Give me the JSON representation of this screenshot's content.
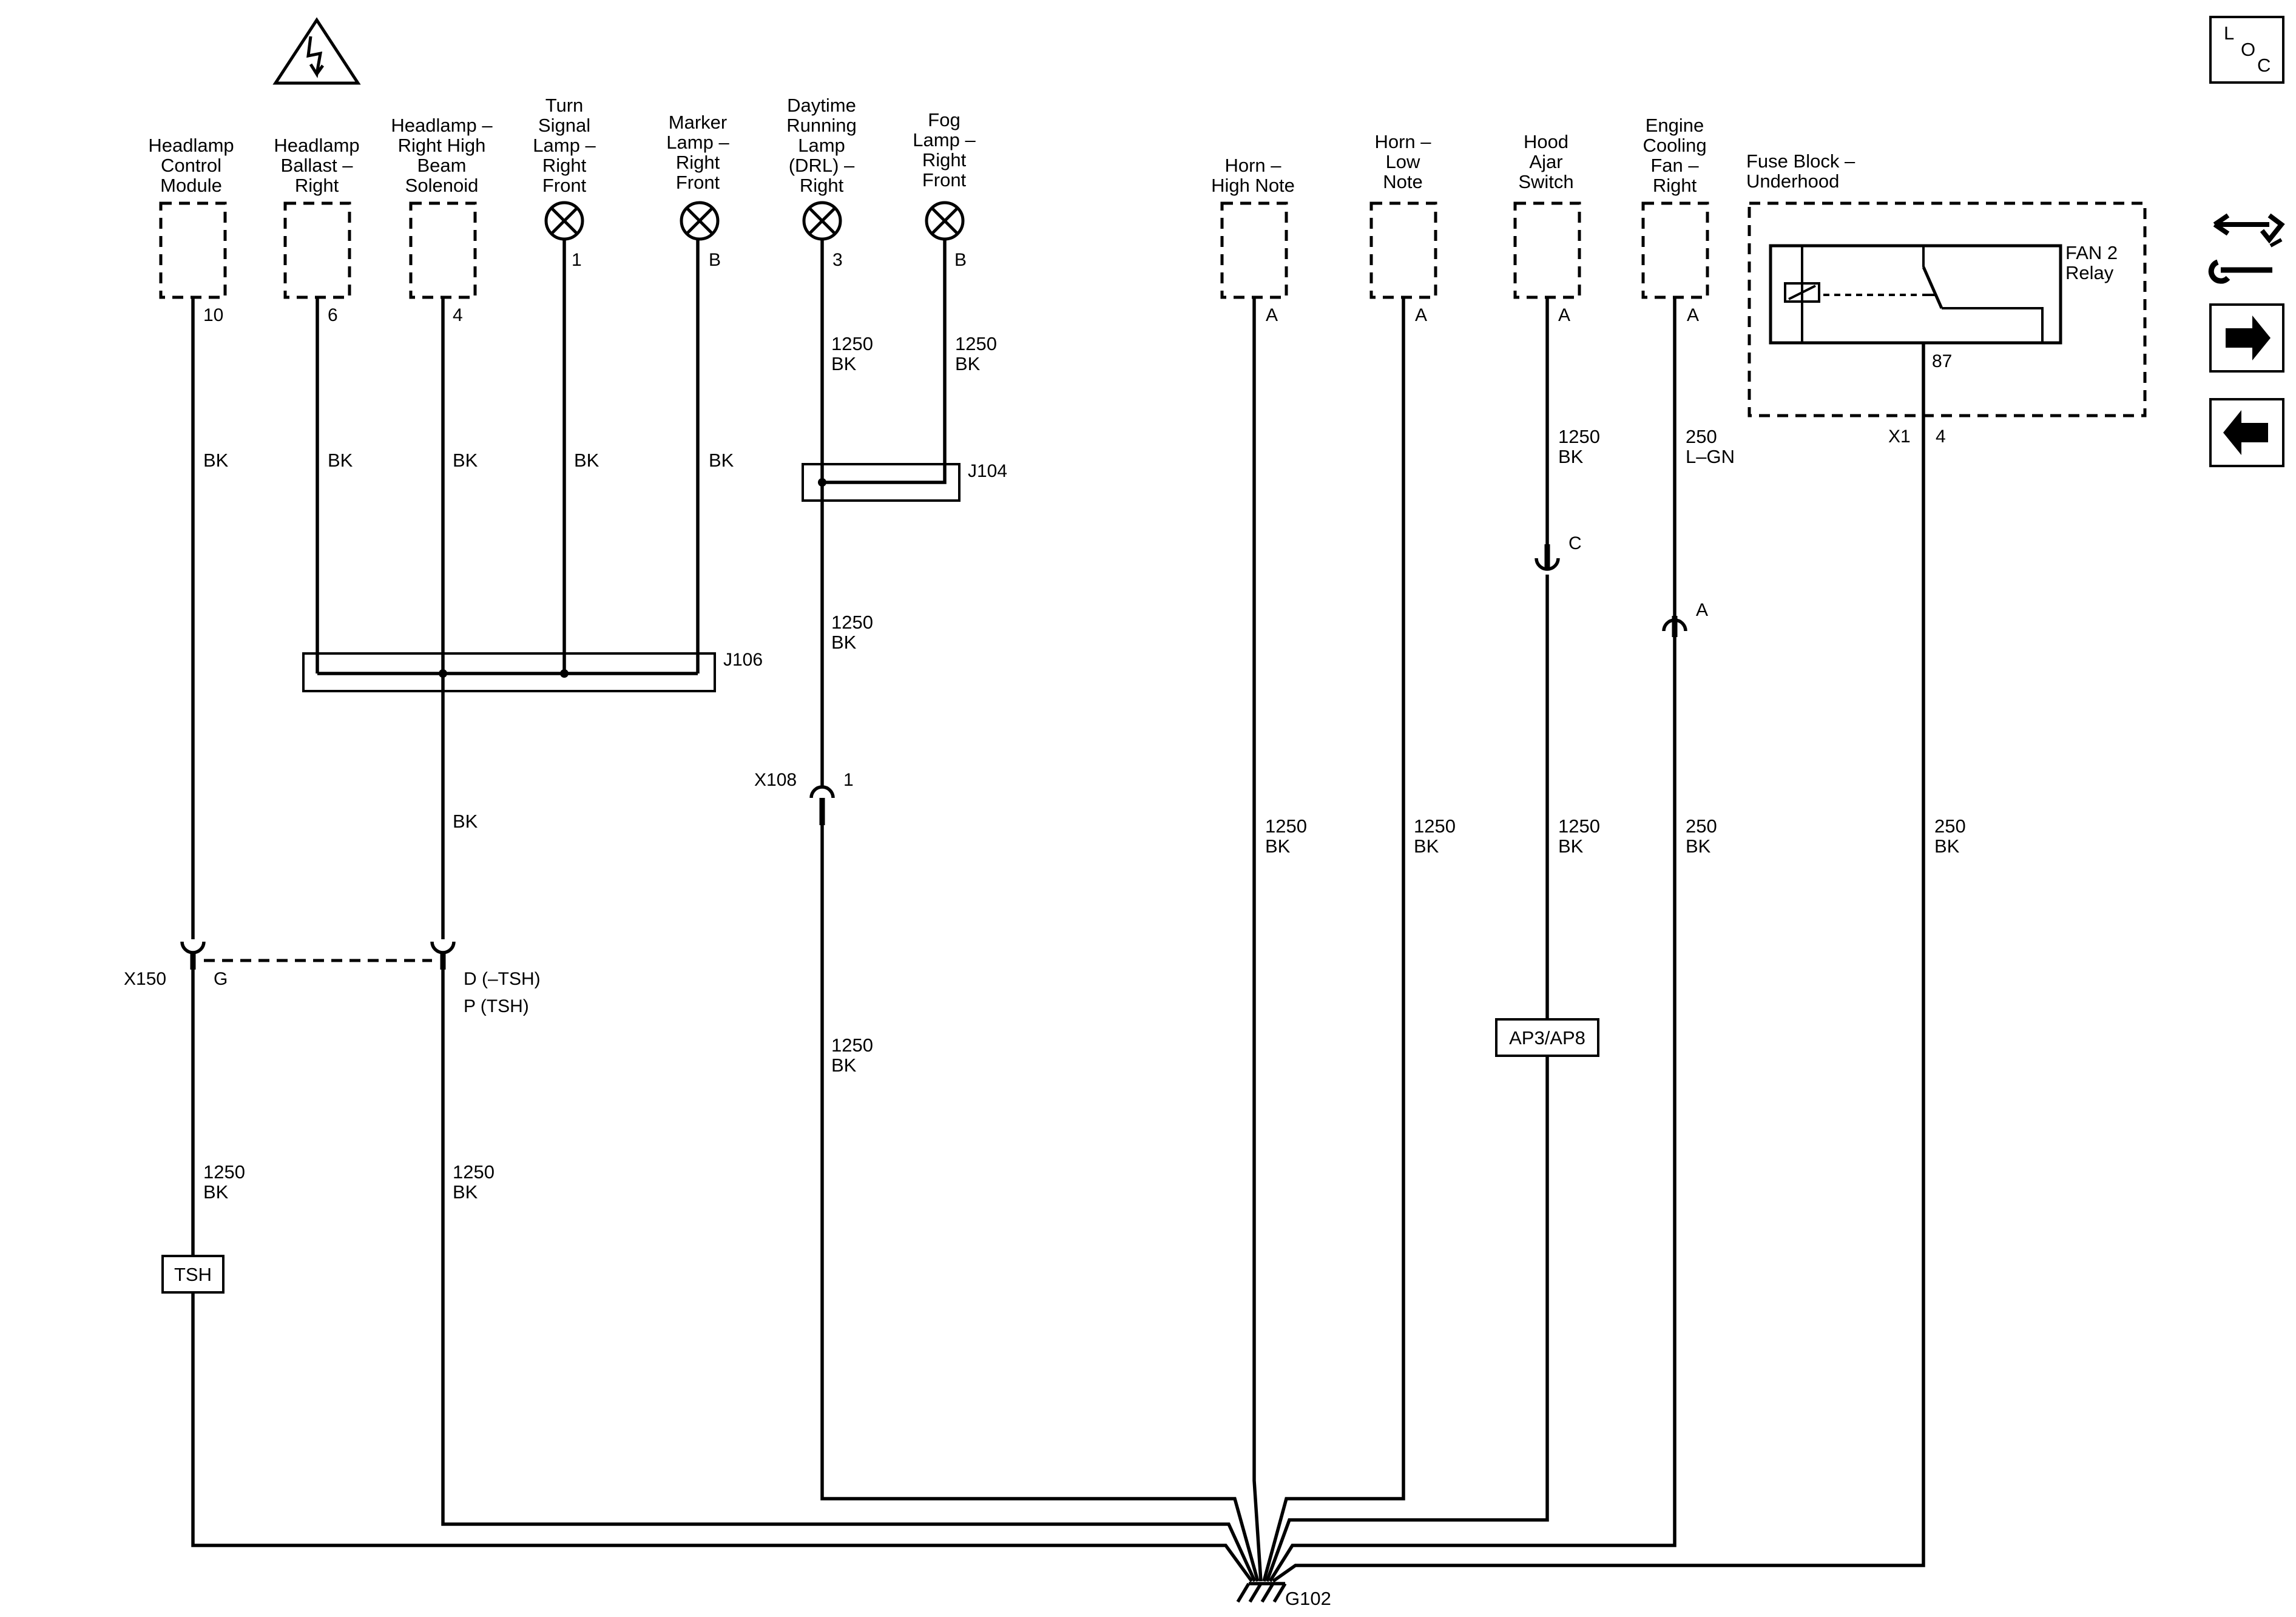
{
  "components": {
    "headlamp_module": [
      "Headlamp",
      "Control",
      "Module"
    ],
    "headlamp_ballast": [
      "Headlamp",
      "Ballast –",
      "Right"
    ],
    "high_beam_solenoid": [
      "Headlamp –",
      "Right High",
      "Beam",
      "Solenoid"
    ],
    "turn_signal": [
      "Turn",
      "Signal",
      "Lamp –",
      "Right",
      "Front"
    ],
    "marker_lamp": [
      "Marker",
      "Lamp –",
      "Right",
      "Front"
    ],
    "drl": [
      "Daytime",
      "Running",
      "Lamp",
      "(DRL) –",
      "Right"
    ],
    "fog_lamp": [
      "Fog",
      "Lamp –",
      "Right",
      "Front"
    ],
    "horn_high": [
      "Horn –",
      "High Note"
    ],
    "horn_low": [
      "Horn –",
      "Low",
      "Note"
    ],
    "hood_ajar": [
      "Hood",
      "Ajar",
      "Switch"
    ],
    "fan_right": [
      "Engine",
      "Cooling",
      "Fan –",
      "Right"
    ],
    "fuse_block": [
      "Fuse Block –",
      "Underhood"
    ],
    "fan2_relay": [
      "FAN 2",
      "Relay"
    ]
  },
  "pins": {
    "hcm": "10",
    "ballast": "6",
    "solenoid": "4",
    "turn": "1",
    "marker": "B",
    "drl": "3",
    "fog": "B",
    "horn_high": "A",
    "horn_low": "A",
    "hood": "A",
    "fan": "A",
    "relay_87": "87",
    "x1": "X1",
    "x1_pin": "4"
  },
  "wires": {
    "bk": "BK",
    "size_1250": "1250",
    "size_250": "250",
    "lgn": "L–GN"
  },
  "connectors": {
    "j106": "J106",
    "j104": "J104",
    "x108": "X108",
    "x108_pin": "1",
    "x150": "X150",
    "x150_pin_g": "G",
    "x150_pin_d": "D (–TSH)",
    "x150_pin_p": "P (TSH)",
    "hood_c": "C",
    "fan_a": "A"
  },
  "tags": {
    "tsh": "TSH",
    "ap": "AP3/AP8"
  },
  "ground": "G102",
  "nav": {
    "loc_l": "L",
    "loc_o": "O",
    "loc_c": "C",
    "icons": [
      "esd-warning-icon",
      "location-icon",
      "connector-wrench-icon",
      "arrow-right-icon",
      "arrow-left-icon"
    ]
  }
}
